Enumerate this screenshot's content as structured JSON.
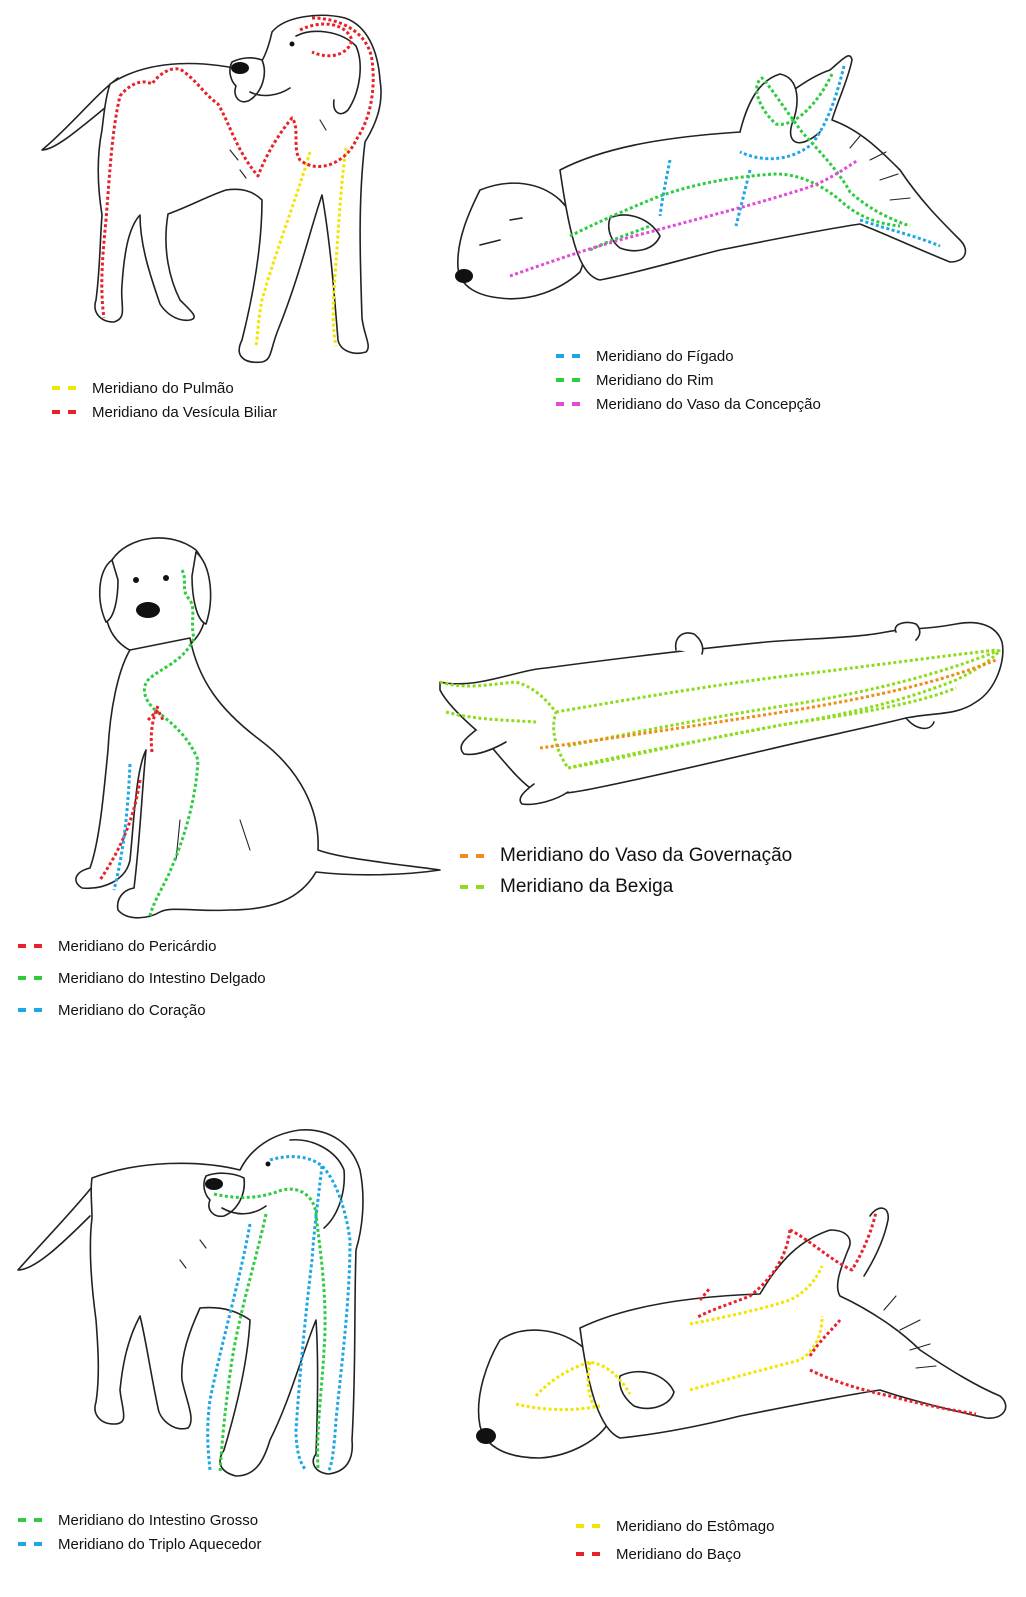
{
  "colors": {
    "yellow": "#f2e600",
    "red": "#e8222a",
    "blue": "#1ea7e6",
    "green": "#2ecc40",
    "magenta": "#e04bd8",
    "orange": "#f08c1c",
    "lime": "#8edc1c"
  },
  "panels": [
    {
      "legend": [
        {
          "label": "Meridiano do Pulmão",
          "color": "#f2e600"
        },
        {
          "label": "Meridiano da Vesícula Biliar",
          "color": "#e8222a"
        }
      ]
    },
    {
      "legend": [
        {
          "label": "Meridiano do Fígado",
          "color": "#1ea7e6"
        },
        {
          "label": "Meridiano do Rim",
          "color": "#2ecc40"
        },
        {
          "label": "Meridiano do Vaso da Concepção",
          "color": "#e04bd8"
        }
      ]
    },
    {
      "legend": [
        {
          "label": "Meridiano do Pericárdio",
          "color": "#e8222a"
        },
        {
          "label": "Meridiano do Intestino Delgado",
          "color": "#2ecc40"
        },
        {
          "label": "Meridiano do Coração",
          "color": "#1ea7e6"
        }
      ]
    },
    {
      "legend": [
        {
          "label": "Meridiano do Vaso da Governação",
          "color": "#f08c1c"
        },
        {
          "label": "Meridiano da Bexiga",
          "color": "#8edc1c"
        }
      ]
    },
    {
      "legend": [
        {
          "label": "Meridiano do Intestino Grosso",
          "color": "#2ecc40"
        },
        {
          "label": "Meridiano do Triplo Aquecedor",
          "color": "#1ea7e6"
        }
      ]
    },
    {
      "legend": [
        {
          "label": "Meridiano do Estômago",
          "color": "#f2e600"
        },
        {
          "label": "Meridiano do Baço",
          "color": "#e8222a"
        }
      ]
    }
  ]
}
